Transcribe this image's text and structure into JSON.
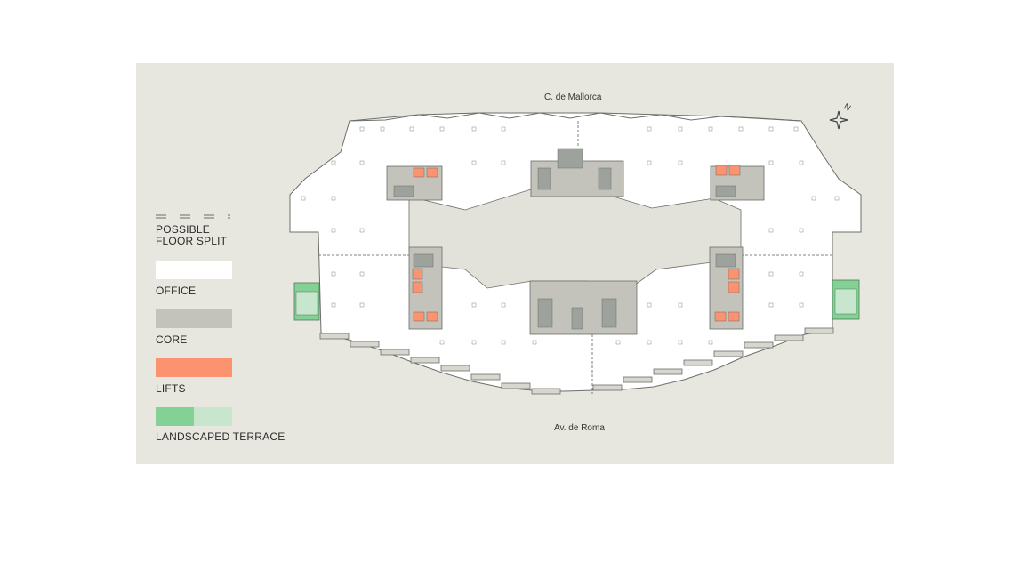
{
  "streets": {
    "north": "C. de Mallorca",
    "south": "Av. de Roma"
  },
  "compass_letter": "N",
  "legend": [
    {
      "key": "floor_split",
      "label": "POSSIBLE\nFLOOR SPLIT"
    },
    {
      "key": "office",
      "label": "OFFICE",
      "color": "#ffffff"
    },
    {
      "key": "core",
      "label": "CORE",
      "color": "#c3c2bb"
    },
    {
      "key": "lifts",
      "label": "LIFTS",
      "color": "#fb9270"
    },
    {
      "key": "terrace",
      "label": "LANDSCAPED TERRACE",
      "colors": [
        "#84d196",
        "#c8e6cd"
      ]
    }
  ],
  "colors": {
    "background": "#e8e7df",
    "office": "#ffffff",
    "core": "#c3c2bb",
    "core_detail": "#9ea29d",
    "lifts": "#fb9270",
    "terrace_dark": "#84d196",
    "terrace_light": "#c8e6cd",
    "linework": "#6b6f6a"
  }
}
